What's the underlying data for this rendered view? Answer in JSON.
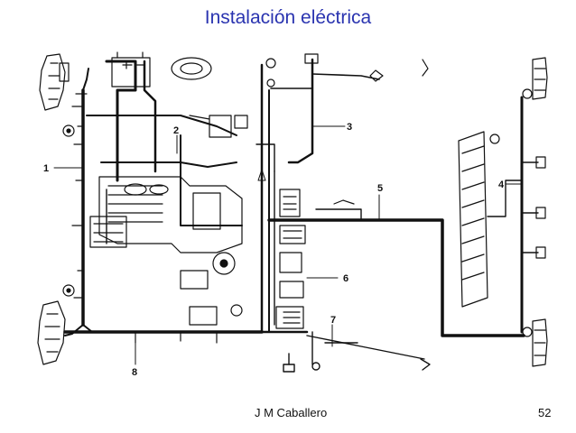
{
  "slide": {
    "title": "Instalación eléctrica",
    "author": "J M Caballero",
    "page_number": "52"
  },
  "diagram": {
    "callouts": [
      "1",
      "2",
      "3",
      "4",
      "5",
      "6",
      "7",
      "8"
    ]
  }
}
